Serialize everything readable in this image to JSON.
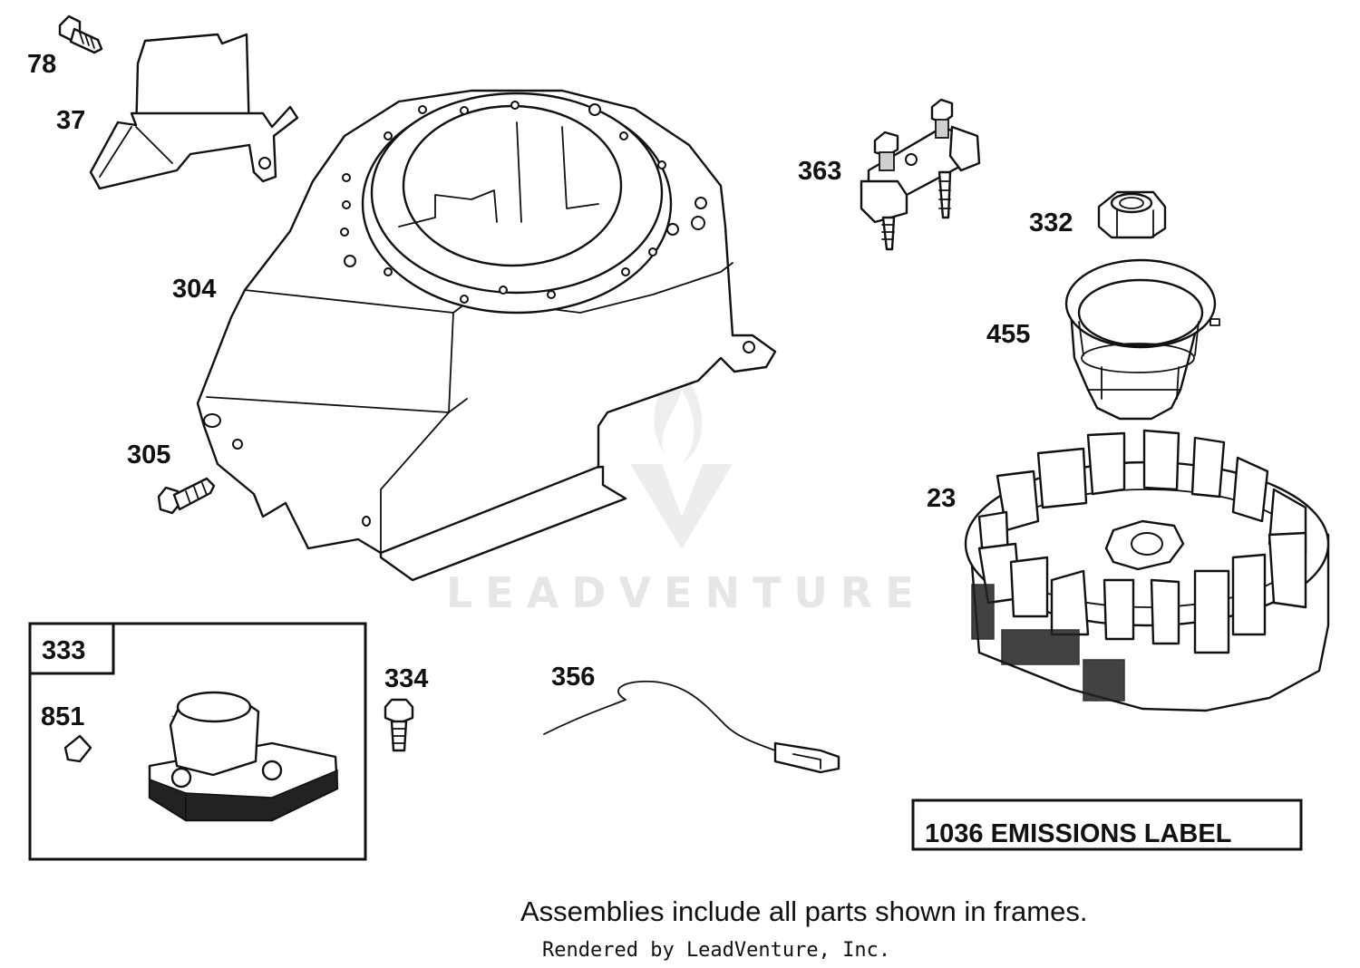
{
  "callouts": {
    "p78": "78",
    "p37": "37",
    "p304": "304",
    "p305": "305",
    "p363": "363",
    "p332": "332",
    "p455": "455",
    "p23": "23",
    "p333": "333",
    "p851": "851",
    "p334": "334",
    "p356": "356"
  },
  "emissions_label": "1036 EMISSIONS LABEL",
  "caption": "Assemblies include all parts shown in frames.",
  "credit": "Rendered by LeadVenture, Inc.",
  "watermark": "LEADVENTURE"
}
